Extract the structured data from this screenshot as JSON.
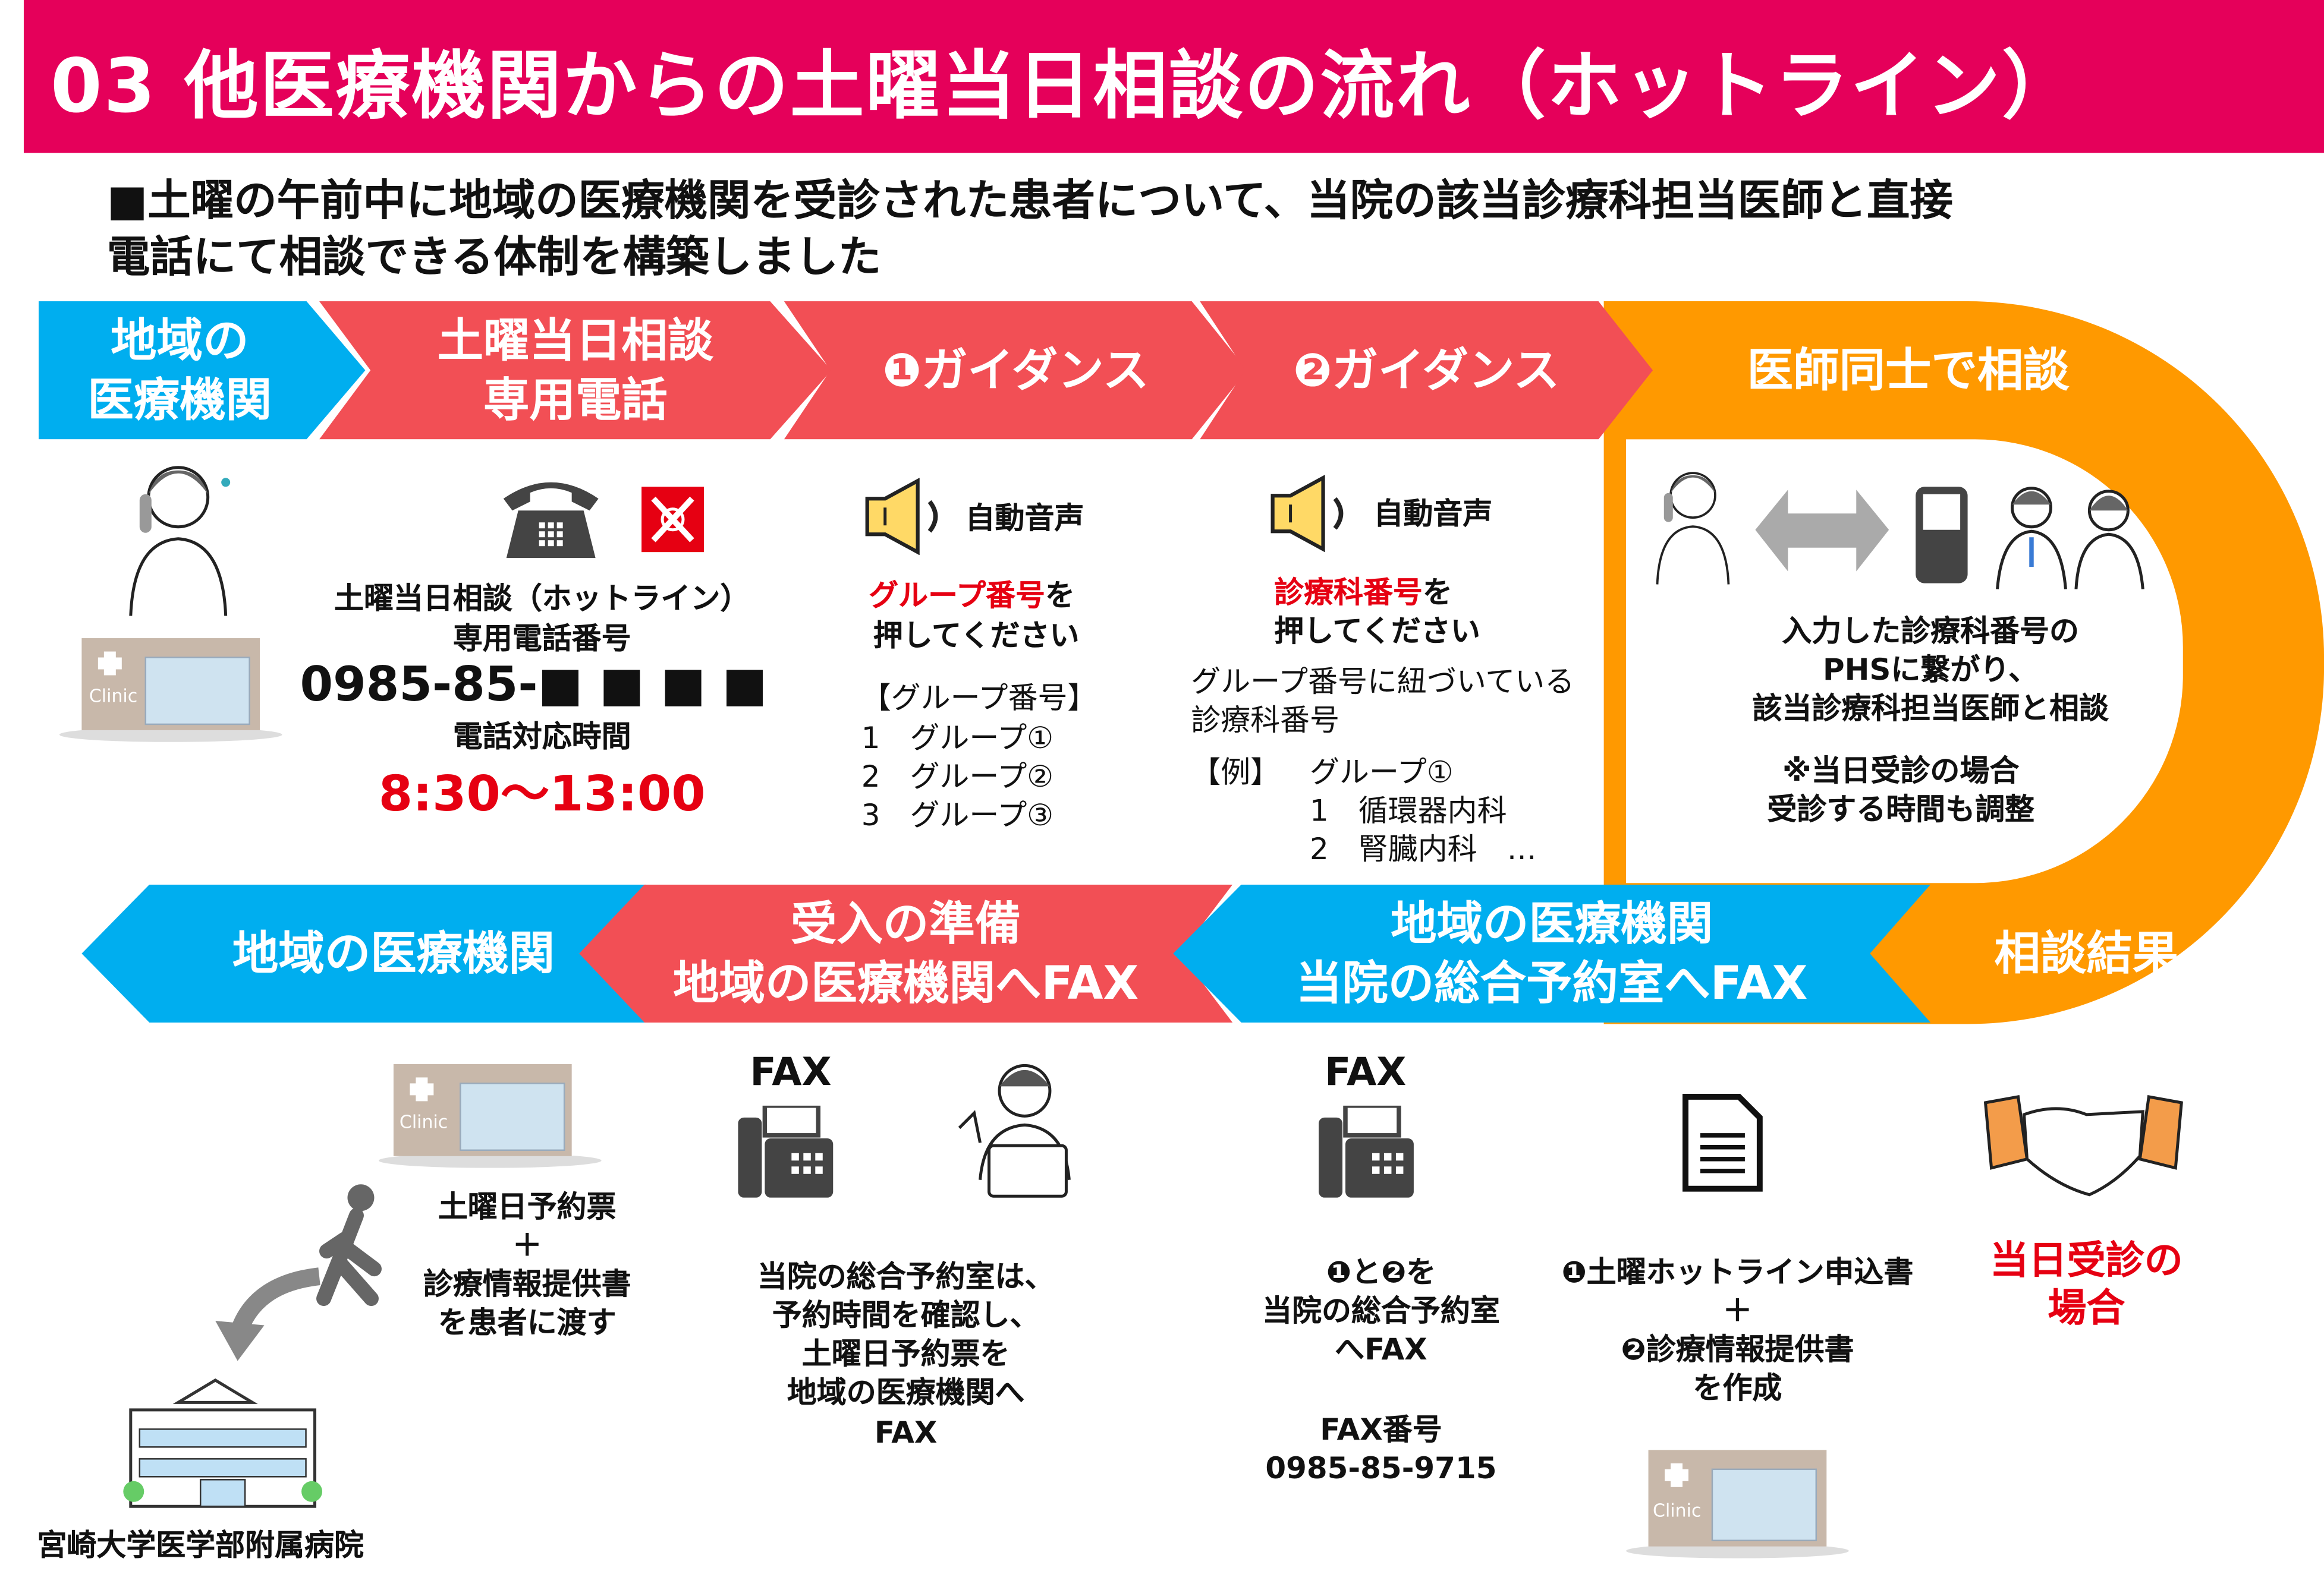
{
  "title": "03 他医療機関からの土曜当日相談の流れ（ホットライン）",
  "subtitle": [
    "■土曜の午前中に地域の医療機関を受診された患者について、当院の該当診療科担当医師と直接",
    "電話にて相談できる体制を構築しました"
  ],
  "top_flow": [
    {
      "label1": "地域の",
      "label2": "医療機関"
    },
    {
      "label1": "土曜当日相談",
      "label2": "専用電話"
    },
    {
      "label1": "❶ガイダンス"
    },
    {
      "label1": "❷ガイダンス"
    },
    {
      "label1": "医師同士で相談"
    }
  ],
  "step1": {
    "line1": "土曜当日相談（ホットライン）",
    "line2": "専用電話番号",
    "phone": "0985-85-■ ■ ■ ■",
    "hours_label": "電話対応時間",
    "hours": "8:30〜13:00"
  },
  "guidance1": {
    "voice": "自動音声",
    "highlight": "グループ番号",
    "after": "を",
    "line2": "押してください",
    "list_title": "【グループ番号】",
    "items": [
      "1　グループ①",
      "2　グループ②",
      "3　グループ③"
    ]
  },
  "guidance2": {
    "voice": "自動音声",
    "highlight": "診療科番号",
    "after": "を",
    "line2": "押してください",
    "desc1": "グループ番号に紐づいている",
    "desc2": "診療科番号",
    "example_label": "【例】",
    "example_group": "グループ①",
    "items": [
      "1　循環器内科",
      "2　腎臓内科　…"
    ]
  },
  "consult": {
    "lines": [
      "入力した診療科番号の",
      "PHSに繋がり、",
      "該当診療科担当医師と相談"
    ],
    "note": [
      "※当日受診の場合",
      "受診する時間も調整"
    ]
  },
  "bottom_flow": [
    {
      "label1": "地域の医療機関"
    },
    {
      "label1": "受入の準備",
      "label2": "地域の医療機関へFAX"
    },
    {
      "label1": "地域の医療機関",
      "label2": "当院の総合予約室へFAX"
    },
    {
      "label1": "相談結果"
    }
  ],
  "bottom": {
    "clinic_label": "Clinic",
    "handover": [
      "土曜日予約票",
      "＋",
      "診療情報提供書",
      "を患者に渡す"
    ],
    "hospital": "宮崎大学医学部附属病院",
    "fax_label": "FAX",
    "reserve": [
      "当院の総合予約室は、",
      "予約時間を確認し、",
      "土曜日予約票を",
      "地域の医療機関へ",
      "FAX"
    ],
    "send": [
      "❶と❷を",
      "当院の総合予約室",
      "へFAX"
    ],
    "fax_number_label": "FAX番号",
    "fax_number": "0985-85-9715",
    "docs": [
      "❶土曜ホットライン申込書",
      "＋",
      "❷診療情報提供書",
      "を作成"
    ],
    "sameday": [
      "当日受診の",
      "場合"
    ]
  }
}
